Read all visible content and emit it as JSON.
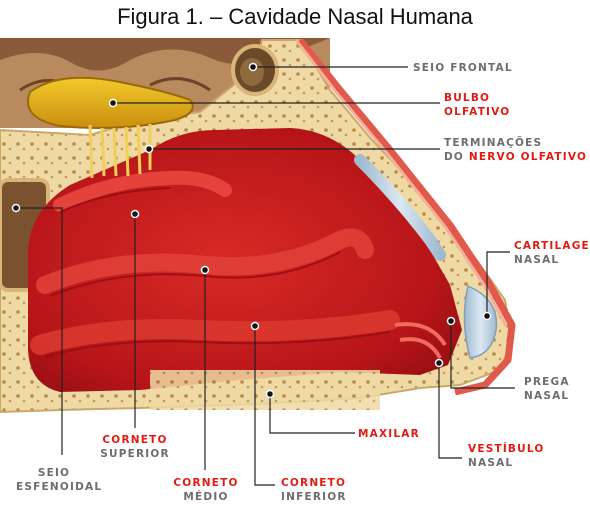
{
  "figure": {
    "title": "Figura 1. – Cavidade Nasal Humana"
  },
  "labels": {
    "seio_frontal": "SEIO FRONTAL",
    "bulbo_olfativo": [
      "BULBO",
      "OLFATIVO"
    ],
    "terminacoes": {
      "line1": "TERMINAÇÕES",
      "line2_prefix": "DO ",
      "line2_highlight": "NERVO OLFATIVO"
    },
    "cartilagem_nasal": [
      "CARTILAGEM",
      "NASAL"
    ],
    "prega_nasal": [
      "PREGA",
      "NASAL"
    ],
    "maxilar": "MAXILAR",
    "vestibulo_nasal": [
      "VESTÍBULO",
      "NASAL"
    ],
    "corneto_superior": [
      "CORNETO",
      "SUPERIOR"
    ],
    "corneto_medio": [
      "CORNETO",
      "MÉDIO"
    ],
    "corneto_inferior": [
      "CORNETO",
      "INFERIOR"
    ],
    "seio_esfenoidal": [
      "SEIO",
      "ESFENOIDAL"
    ]
  },
  "colors": {
    "label_red": "#e21b12",
    "label_gray": "#6d6d6d",
    "cavity_red": "#c8171c",
    "bone": "#efd9a4",
    "olfactory_bulb": "#e3b21c",
    "cartilage": "#b9d0e2"
  }
}
